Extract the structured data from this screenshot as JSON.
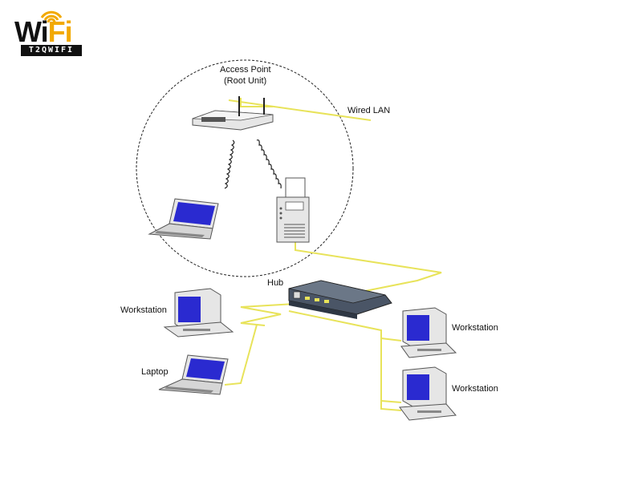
{
  "logo": {
    "word_left": "Wi",
    "word_right": "Fi",
    "tag": "T2QWIFI",
    "colors": {
      "dark": "#111111",
      "accent": "#f2a900"
    }
  },
  "labels": {
    "access_point": "Access Point",
    "access_point_sub": "(Root Unit)",
    "wired_lan": "Wired LAN",
    "hub": "Hub",
    "workstation_left": "Workstation",
    "laptop_bottom": "Laptop",
    "workstation_right_top": "Workstation",
    "workstation_right_bottom": "Workstation"
  },
  "colors": {
    "cable": "#e8e35a",
    "screen": "#2a2ad0",
    "device_body": "#e6e6e6",
    "outline": "#555555",
    "hub_body": "#4a5566"
  },
  "icons": [
    "access-point-icon",
    "laptop-icon",
    "printer-icon",
    "hub-icon",
    "workstation-icon",
    "radio-wave-icon"
  ]
}
